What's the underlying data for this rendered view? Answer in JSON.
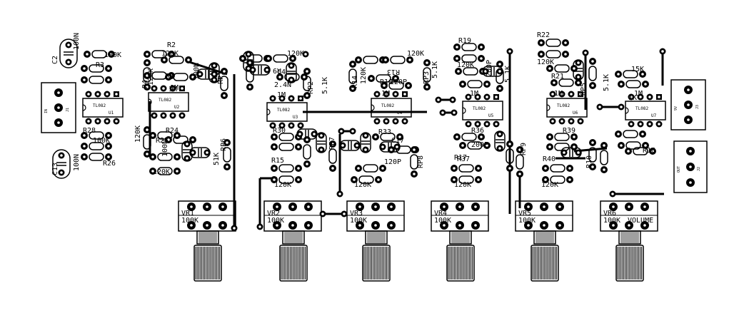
{
  "board": {
    "ics": [
      {
        "ref": "U1",
        "part": "TL082"
      },
      {
        "ref": "U2",
        "part": "TL082"
      },
      {
        "ref": "U3",
        "part": "TL082"
      },
      {
        "ref": "U4",
        "part": "TL082"
      },
      {
        "ref": "U5",
        "part": "TL082"
      },
      {
        "ref": "U6",
        "part": "TL082"
      },
      {
        "ref": "U7",
        "part": "TL082"
      }
    ],
    "jacks": [
      {
        "ref": "J1",
        "label": "IN"
      },
      {
        "ref": "J2",
        "label": "OUT"
      },
      {
        "ref": "J3",
        "label": "9V"
      }
    ],
    "pots": [
      {
        "ref": "VR1",
        "value": "100K",
        "extra": ""
      },
      {
        "ref": "VR2",
        "value": "100K",
        "extra": ""
      },
      {
        "ref": "VR3",
        "value": "100K",
        "extra": ""
      },
      {
        "ref": "VR4",
        "value": "100K",
        "extra": ""
      },
      {
        "ref": "VR5",
        "value": "100K",
        "extra": ""
      },
      {
        "ref": "VR6",
        "value": "100K",
        "extra": "VOLUME"
      }
    ],
    "labels": [
      {
        "text": "C2"
      },
      {
        "text": "100N"
      },
      {
        "text": "100K"
      },
      {
        "text": "R3"
      },
      {
        "text": "R26"
      },
      {
        "text": "C13"
      },
      {
        "text": "100N"
      },
      {
        "text": "R2"
      },
      {
        "text": "120K"
      },
      {
        "text": "R4"
      },
      {
        "text": "120K"
      },
      {
        "text": "R1"
      },
      {
        "text": "1M"
      },
      {
        "text": "100N"
      },
      {
        "text": "RP1"
      },
      {
        "text": "120K"
      },
      {
        "text": "R24"
      },
      {
        "text": "100N"
      },
      {
        "text": "R25"
      },
      {
        "text": "120K"
      },
      {
        "text": "RP6"
      },
      {
        "text": "51K"
      },
      {
        "text": "C4"
      },
      {
        "text": "120K"
      },
      {
        "text": "R9"
      },
      {
        "text": "2.4N"
      },
      {
        "text": "RP2"
      },
      {
        "text": "5.1K"
      },
      {
        "text": "R30"
      },
      {
        "text": "120K"
      },
      {
        "text": "RP7"
      },
      {
        "text": "R14"
      },
      {
        "text": "120K"
      },
      {
        "text": "120K"
      },
      {
        "text": "R13"
      },
      {
        "text": "R10"
      },
      {
        "text": "120P"
      },
      {
        "text": "RP3"
      },
      {
        "text": "5.1K"
      },
      {
        "text": "R33"
      },
      {
        "text": "C17"
      },
      {
        "text": "120P"
      },
      {
        "text": "RP8"
      },
      {
        "text": "120K"
      },
      {
        "text": "R19"
      },
      {
        "text": "120K"
      },
      {
        "text": "200P"
      },
      {
        "text": "5.1K"
      },
      {
        "text": "R36"
      },
      {
        "text": "200P"
      },
      {
        "text": "R37"
      },
      {
        "text": "120K"
      },
      {
        "text": "RP9"
      },
      {
        "text": "R22"
      },
      {
        "text": "120K"
      },
      {
        "text": "R21"
      },
      {
        "text": "RP5"
      },
      {
        "text": "5.1K"
      },
      {
        "text": "R39"
      },
      {
        "text": "R40"
      },
      {
        "text": "120K"
      },
      {
        "text": "R10"
      },
      {
        "text": "15K"
      },
      {
        "text": "1K"
      },
      {
        "text": "R16"
      },
      {
        "text": "R28"
      },
      {
        "text": "100K"
      },
      {
        "text": "1M"
      },
      {
        "text": "1M"
      },
      {
        "text": "1M"
      },
      {
        "text": "1M"
      },
      {
        "text": "1M"
      },
      {
        "text": "1M"
      },
      {
        "text": "R15"
      },
      {
        "text": "R17"
      }
    ]
  },
  "colors": {
    "ink": "#000000",
    "paper": "#ffffff"
  }
}
